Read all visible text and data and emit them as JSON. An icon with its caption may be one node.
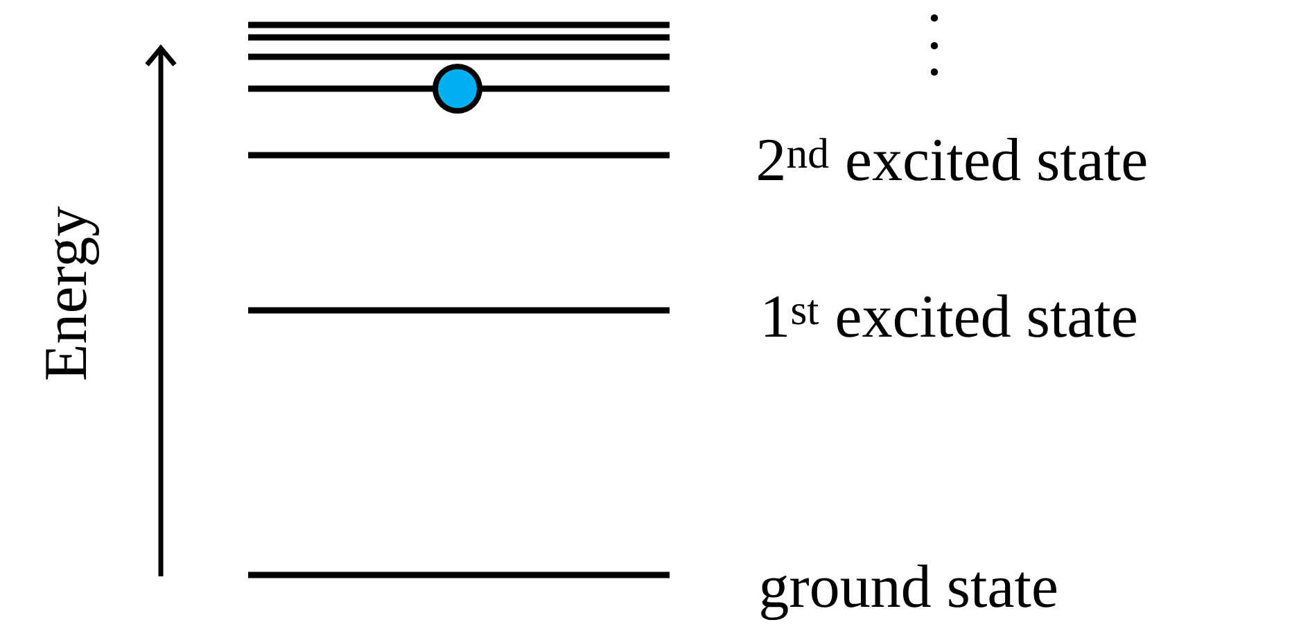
{
  "diagram": {
    "labels": [
      "Energy",
      "2$^{nd}$ excited state",
      "1$^{st}$ excited state",
      "ground state"
    ]
  }
}
